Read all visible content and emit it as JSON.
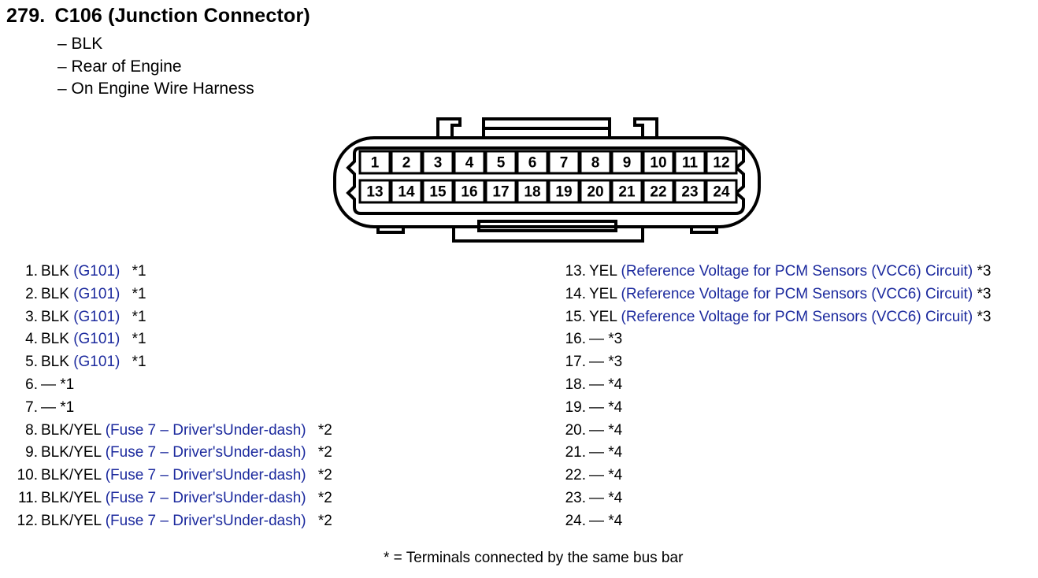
{
  "title": {
    "number": "279.",
    "name": "C106 (Junction Connector)"
  },
  "details": [
    "– BLK",
    "– Rear of Engine",
    "– On Engine Wire Harness"
  ],
  "connector": {
    "top_row": [
      "1",
      "2",
      "3",
      "4",
      "5",
      "6",
      "7",
      "8",
      "9",
      "10",
      "11",
      "12"
    ],
    "bottom_row": [
      "13",
      "14",
      "15",
      "16",
      "17",
      "18",
      "19",
      "20",
      "21",
      "22",
      "23",
      "24"
    ]
  },
  "pins_left": [
    {
      "num": "1.",
      "wire": "BLK",
      "link": "(G101)",
      "note": "*1"
    },
    {
      "num": "2.",
      "wire": "BLK",
      "link": "(G101)",
      "note": "*1"
    },
    {
      "num": "3.",
      "wire": "BLK",
      "link": "(G101)",
      "note": "*1"
    },
    {
      "num": "4.",
      "wire": "BLK",
      "link": "(G101)",
      "note": "*1"
    },
    {
      "num": "5.",
      "wire": "BLK",
      "link": "(G101)",
      "note": "*1"
    },
    {
      "num": "6.",
      "wire": "—",
      "link": "",
      "note": "*1"
    },
    {
      "num": "7.",
      "wire": "—",
      "link": "",
      "note": "*1"
    },
    {
      "num": "8.",
      "wire": "BLK/YEL",
      "link": "(Fuse 7 – Driver'sUnder-dash)",
      "note": "*2"
    },
    {
      "num": "9.",
      "wire": "BLK/YEL",
      "link": "(Fuse 7 – Driver'sUnder-dash)",
      "note": "*2"
    },
    {
      "num": "10.",
      "wire": "BLK/YEL",
      "link": "(Fuse 7 – Driver'sUnder-dash)",
      "note": "*2"
    },
    {
      "num": "11.",
      "wire": "BLK/YEL",
      "link": "(Fuse 7 – Driver'sUnder-dash)",
      "note": "*2"
    },
    {
      "num": "12.",
      "wire": "BLK/YEL",
      "link": "(Fuse 7 – Driver'sUnder-dash)",
      "note": "*2"
    }
  ],
  "pins_right": [
    {
      "num": "13.",
      "wire": "YEL",
      "link": "(Reference Voltage for PCM Sensors (VCC6) Circuit)",
      "note": "*3"
    },
    {
      "num": "14.",
      "wire": "YEL",
      "link": "(Reference Voltage for PCM Sensors (VCC6) Circuit)",
      "note": "*3"
    },
    {
      "num": "15.",
      "wire": "YEL",
      "link": "(Reference Voltage for PCM Sensors (VCC6) Circuit)",
      "note": "*3"
    },
    {
      "num": "16.",
      "wire": "—",
      "link": "",
      "note": "*3"
    },
    {
      "num": "17.",
      "wire": "—",
      "link": "",
      "note": "*3"
    },
    {
      "num": "18.",
      "wire": "—",
      "link": "",
      "note": "*4"
    },
    {
      "num": "19.",
      "wire": "—",
      "link": "",
      "note": "*4"
    },
    {
      "num": "20.",
      "wire": "—",
      "link": "",
      "note": "*4"
    },
    {
      "num": "21.",
      "wire": "—",
      "link": "",
      "note": "*4"
    },
    {
      "num": "22.",
      "wire": "—",
      "link": "",
      "note": "*4"
    },
    {
      "num": "23.",
      "wire": "—",
      "link": "",
      "note": "*4"
    },
    {
      "num": "24.",
      "wire": "—",
      "link": "",
      "note": "*4"
    }
  ],
  "footnote": "* = Terminals connected by the same bus bar",
  "colors": {
    "link": "#1c2a9e",
    "text": "#000000"
  }
}
